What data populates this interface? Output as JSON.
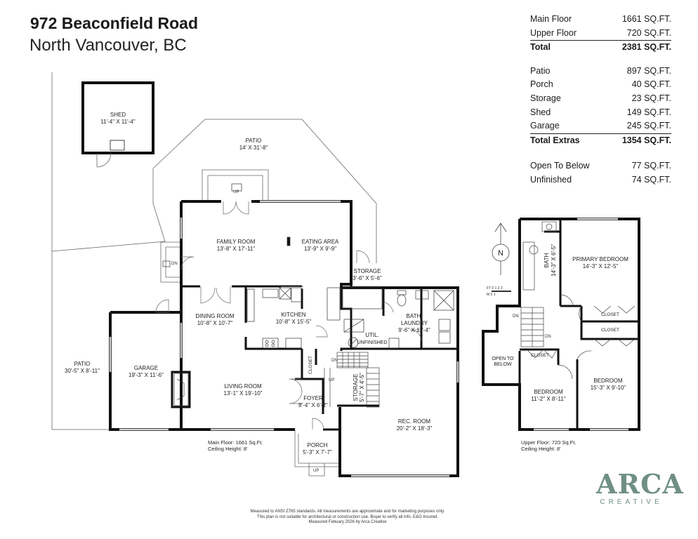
{
  "header": {
    "address": "972 Beaconfield Road",
    "city": "North Vancouver, BC"
  },
  "areas": {
    "floors": [
      {
        "label": "Main Floor",
        "value": "1661 SQ.FT."
      },
      {
        "label": "Upper Floor",
        "value": "720 SQ.FT."
      }
    ],
    "floors_total": {
      "label": "Total",
      "value": "2381 SQ.FT."
    },
    "extras": [
      {
        "label": "Patio",
        "value": "897 SQ.FT."
      },
      {
        "label": "Porch",
        "value": "40 SQ.FT."
      },
      {
        "label": "Storage",
        "value": "23 SQ.FT."
      },
      {
        "label": "Shed",
        "value": "149 SQ.FT."
      },
      {
        "label": "Garage",
        "value": "245 SQ.FT."
      }
    ],
    "extras_total": {
      "label": "Total Extras",
      "value": "1354 SQ.FT."
    },
    "other": [
      {
        "label": "Open To Below",
        "value": "77 SQ.FT."
      },
      {
        "label": "Unfinished",
        "value": "74 SQ.FT."
      }
    ]
  },
  "rooms": {
    "shed": {
      "name": "SHED",
      "dim": "11'-4\" X 11'-4\""
    },
    "patio_top": {
      "name": "PATIO",
      "dim": "14' X 31'-8\""
    },
    "family": {
      "name": "FAMILY ROOM",
      "dim": "13'-8\" X 17'-11\""
    },
    "eating": {
      "name": "EATING AREA",
      "dim": "13'-9\" X 9'-9\""
    },
    "storage_a": {
      "name": "STORAGE",
      "dim": "3'-6\" X 5'-6\""
    },
    "dining": {
      "name": "DINING ROOM",
      "dim": "10'-8\" X 10'-7\""
    },
    "kitchen": {
      "name": "KITCHEN",
      "dim": "10'-8\" X 15'-5\""
    },
    "bath_laundry": {
      "name1": "BATH/",
      "name2": "LAUNDRY",
      "dim": "9'-6\" X 11'-4\""
    },
    "util": {
      "name": "UTIL.",
      "dim": "UNFINISHED"
    },
    "patio_left": {
      "name": "PATIO",
      "dim": "30'-5\" X 8'-11\""
    },
    "garage": {
      "name": "GARAGE",
      "dim": "19'-3\" X 11'-6\""
    },
    "living": {
      "name": "LIVING ROOM",
      "dim": "13'-1\" X 19'-10\""
    },
    "closet_main": {
      "name": "CLOSET"
    },
    "foyer": {
      "name": "FOYER",
      "dim": "8'-4\" X 6'-2\""
    },
    "storage_b": {
      "name": "STORAGE",
      "dim": "5'-7\" X 4'-5\""
    },
    "rec": {
      "name": "REC. ROOM",
      "dim": "20'-2\" X 18'-3\""
    },
    "porch": {
      "name": "PORCH",
      "dim": "5'-3\" X 7'-7\""
    },
    "bath_up": {
      "name": "BATH",
      "dim": "14'-3\" X 6'-5\""
    },
    "primary": {
      "name": "PRIMARY BEDROOM",
      "dim": "14'-3\" X 12'-5\""
    },
    "closet_up1": {
      "name": "CLOSET"
    },
    "closet_up2": {
      "name": "CLOSET"
    },
    "closet_up3": {
      "name": "CLOSET"
    },
    "open_below": {
      "name1": "OPEN TO",
      "name2": "BELOW"
    },
    "bedroom_a": {
      "name": "BEDROOM",
      "dim": "11'-2\" X 8'-11\""
    },
    "bedroom_b": {
      "name": "BEDROOM",
      "dim": "15'-3\" X 9'-10\""
    }
  },
  "markers": {
    "up": "UP",
    "dn": "DN",
    "north": "N",
    "scale_ft": "FT 0  1  2  3",
    "scale_m": "M  0        1"
  },
  "captions": {
    "main_floor": "Main Floor: 1661 Sq.Ft.",
    "main_ceiling": "Ceiling Height: 8'",
    "upper_floor": "Upper Floor: 720 Sq.Ft.",
    "upper_ceiling": "Ceiling Height: 8'"
  },
  "footer": {
    "line1": "Measured to ANSI Z765 standards. All measurements are approximate and for marketing purposes only.",
    "line2": "This plan is not suitable for architectural or construction use. Buyer to verify all info. E&O Insured.",
    "line3": "Measured Febuary 2026 by Arca Creative"
  },
  "logo": {
    "main": "ARCA",
    "sub": "CREATIVE",
    "color": "#6f8f86"
  }
}
